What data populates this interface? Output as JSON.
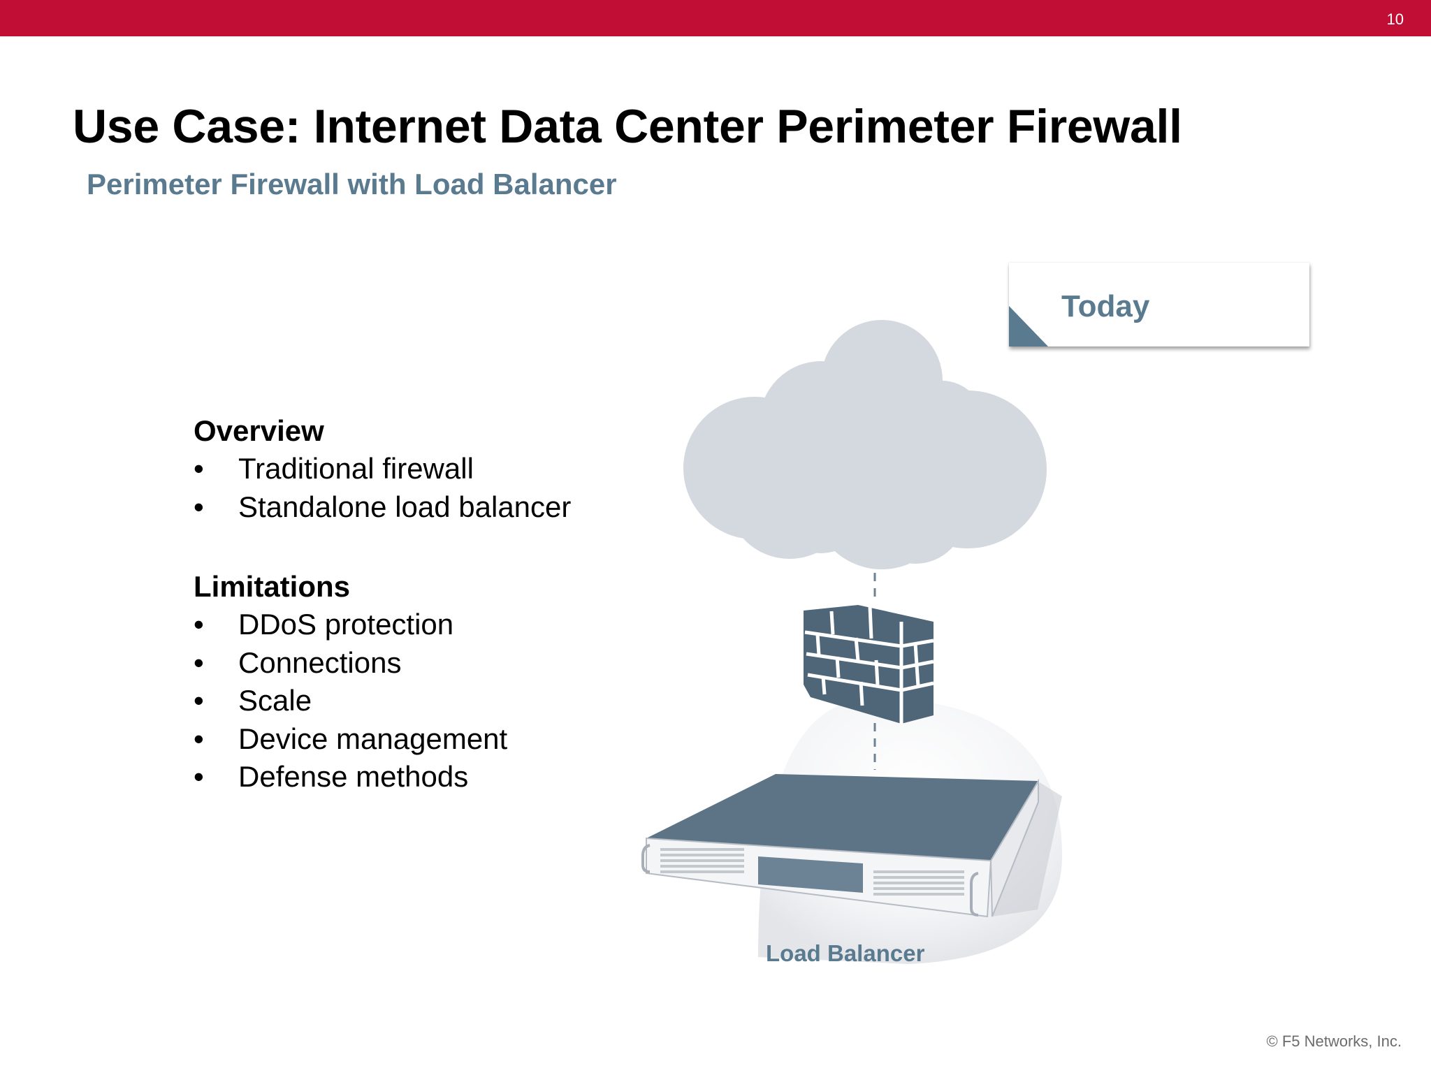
{
  "header": {
    "slide_number": "10"
  },
  "title": "Use Case: Internet Data Center Perimeter Firewall",
  "subtitle": "Perimeter Firewall with Load Balancer",
  "overview": {
    "heading": "Overview",
    "items": [
      "Traditional firewall",
      "Standalone load balancer"
    ]
  },
  "limitations": {
    "heading": "Limitations",
    "items": [
      "DDoS protection",
      "Connections",
      "Scale",
      "Device management",
      "Defense methods"
    ]
  },
  "bullet_glyph": "•",
  "callout": {
    "label": "Today"
  },
  "diagram": {
    "nodes": [
      "internet-cloud",
      "firewall",
      "load-balancer"
    ],
    "load_balancer_label": "Load Balancer"
  },
  "footer": {
    "copyright": "© F5 Networks, Inc."
  },
  "colors": {
    "accent_bar": "#c10e35",
    "subtitle": "#5a7a8f",
    "cloud": "#d4d8df",
    "device": "#5d7386"
  }
}
